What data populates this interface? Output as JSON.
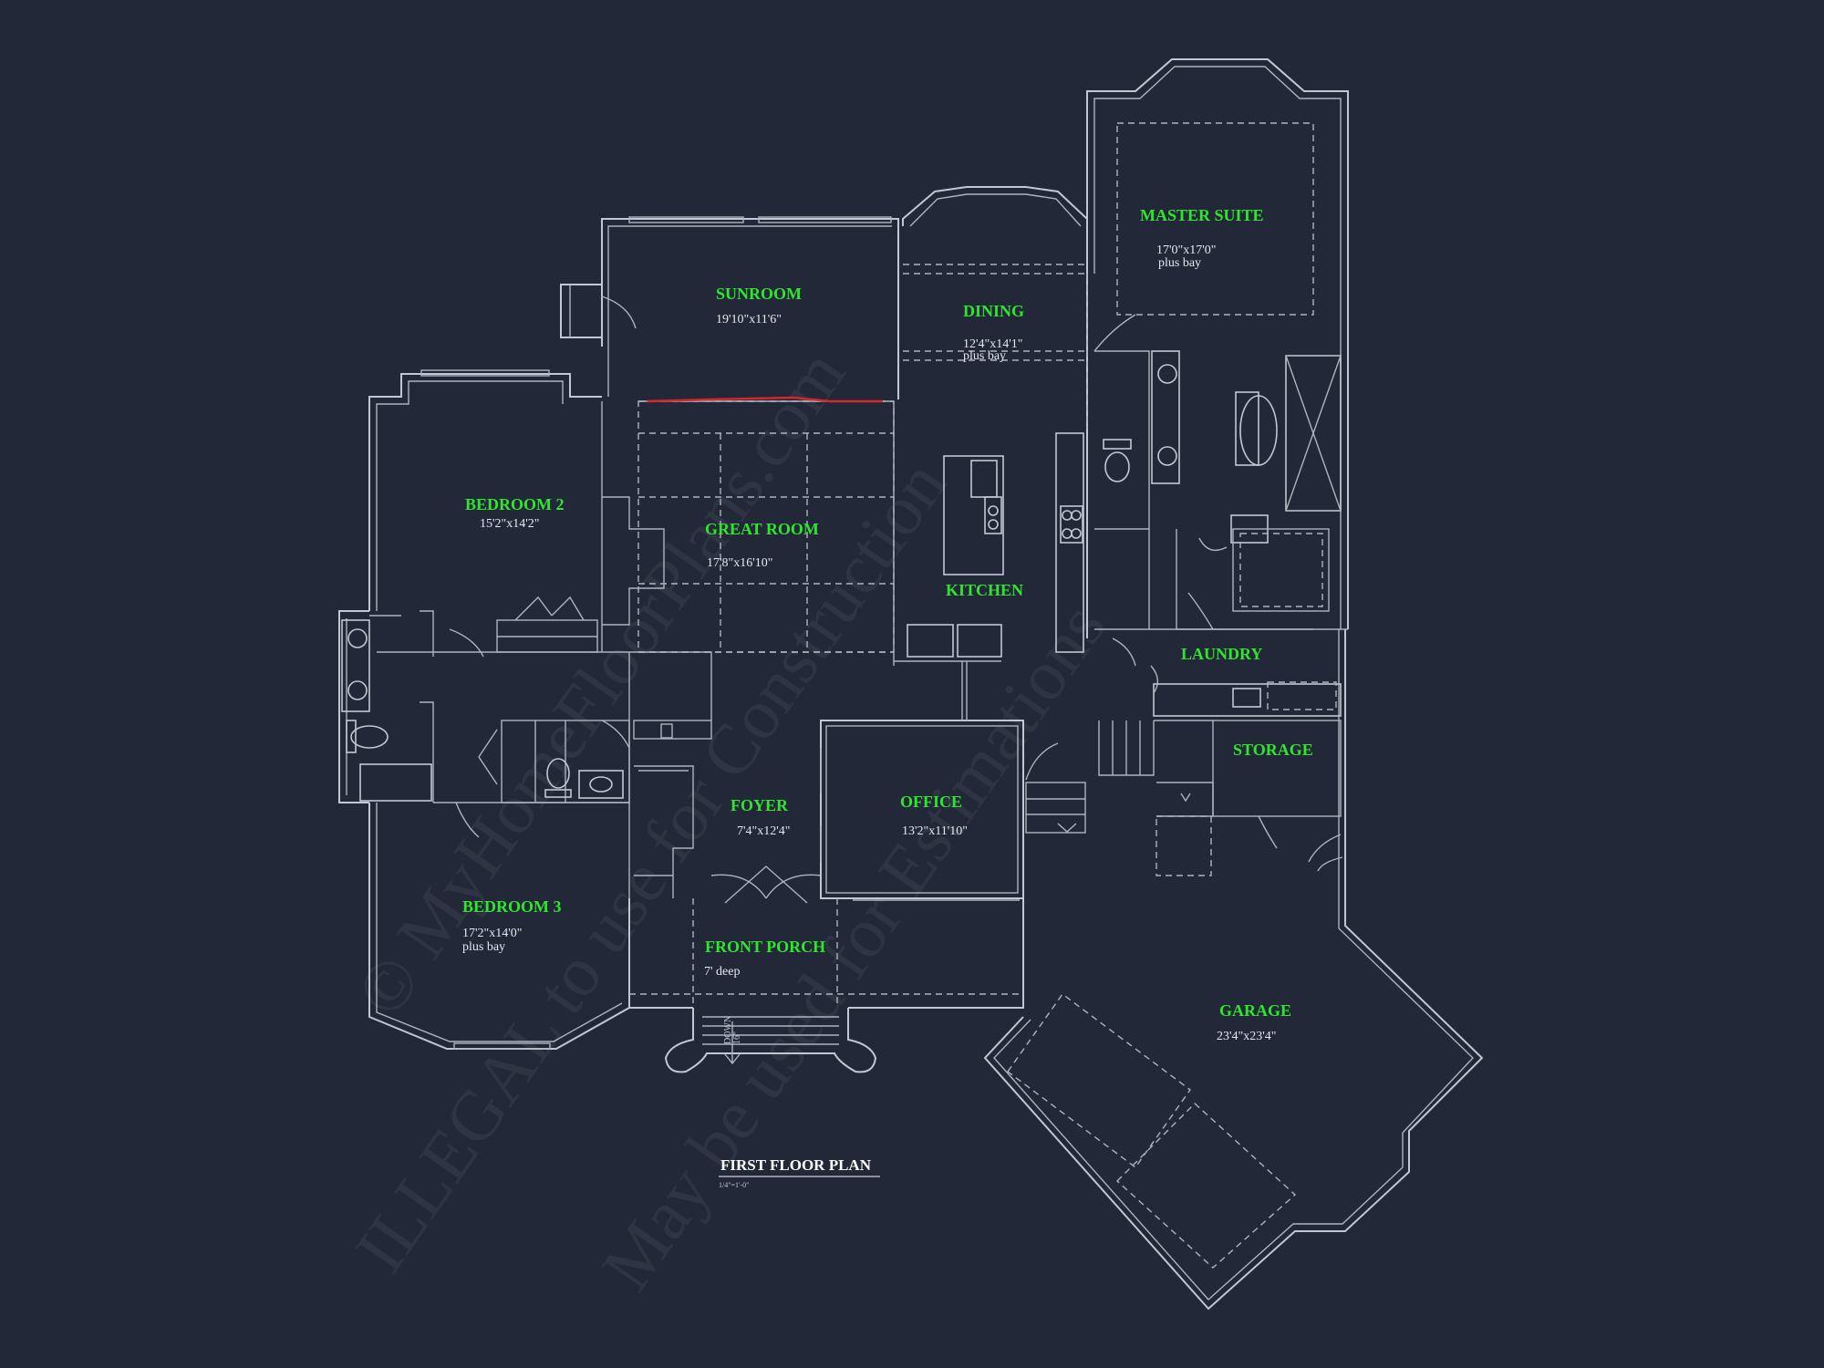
{
  "watermark": {
    "line1": "© MyHomeFloorPlans.com",
    "line2": "ILLEGAL to use for Construction",
    "line3": "May be used for Estimations"
  },
  "plan_title": "FIRST FLOOR PLAN",
  "plan_scale": "1/4\"=1'-0\"",
  "stair_note": "DOWN",
  "stair_rise": "16\"",
  "rooms": {
    "sunroom": {
      "name": "SUNROOM",
      "dims": "19'10\"x11'6\""
    },
    "dining": {
      "name": "DINING",
      "dims": "12'4\"x14'1\"",
      "extra": "plus bay"
    },
    "master": {
      "name": "MASTER SUITE",
      "dims": "17'0\"x17'0\"",
      "extra": "plus bay"
    },
    "bedroom2": {
      "name": "BEDROOM 2",
      "dims": "15'2\"x14'2\""
    },
    "great_room": {
      "name": "GREAT ROOM",
      "dims": "17'8\"x16'10\""
    },
    "kitchen": {
      "name": "KITCHEN"
    },
    "laundry": {
      "name": "LAUNDRY"
    },
    "storage": {
      "name": "STORAGE"
    },
    "foyer": {
      "name": "FOYER",
      "dims": "7'4\"x12'4\""
    },
    "office": {
      "name": "OFFICE",
      "dims": "13'2\"x11'10\""
    },
    "bedroom3": {
      "name": "BEDROOM 3",
      "dims": "17'2\"x14'0\"",
      "extra": "plus bay"
    },
    "front_porch": {
      "name": "FRONT PORCH",
      "dims": "7' deep"
    },
    "garage": {
      "name": "GARAGE",
      "dims": "23'4\"x23'4\""
    }
  }
}
